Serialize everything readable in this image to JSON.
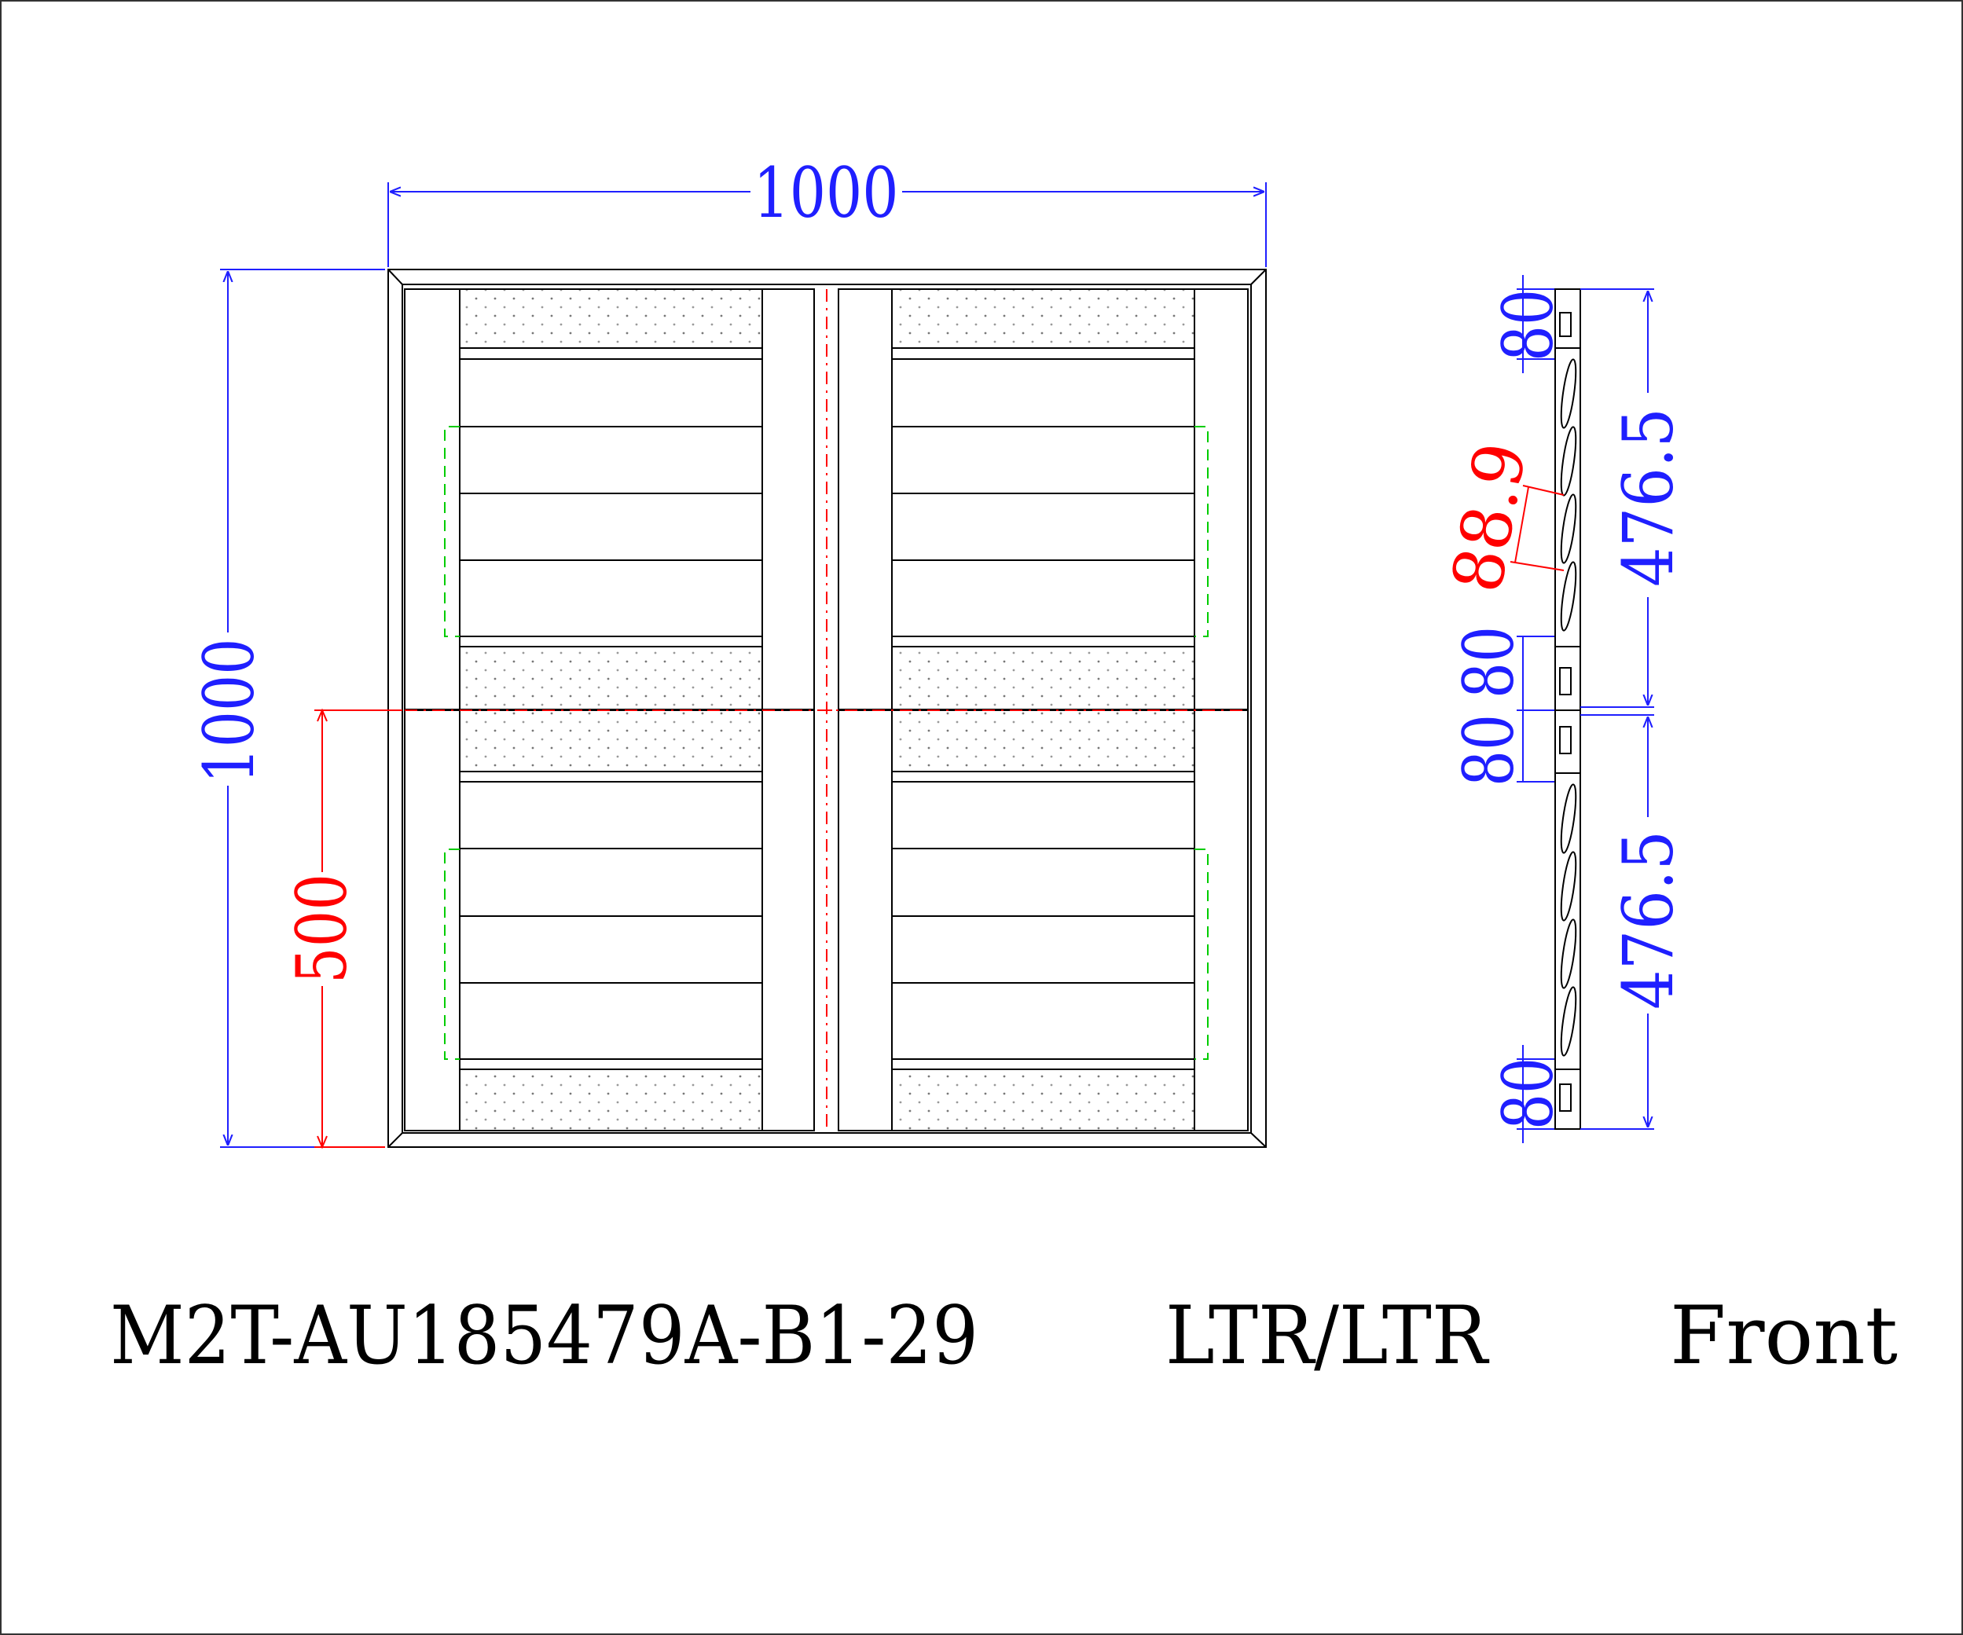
{
  "colors": {
    "dimension_blue": "#1f1fff",
    "dimension_red": "#ff0000",
    "outline": "#000000",
    "stop_green": "#00cc00",
    "centerline_red": "#ff0000"
  },
  "front_view": {
    "width_dimension": "1000",
    "height_dimension": "1000",
    "split_height_dimension": "500"
  },
  "section_view": {
    "top_rail": "80",
    "louver_spacing": "88.9",
    "upper_panel_height": "476.5",
    "mid_rail_upper": "80",
    "mid_rail_lower": "80",
    "lower_panel_height": "476.5",
    "bottom_rail": "80"
  },
  "footer": {
    "model_code": "M2T-AU185479A-B1-29",
    "configuration": "LTR/LTR",
    "view_label": "Front"
  }
}
